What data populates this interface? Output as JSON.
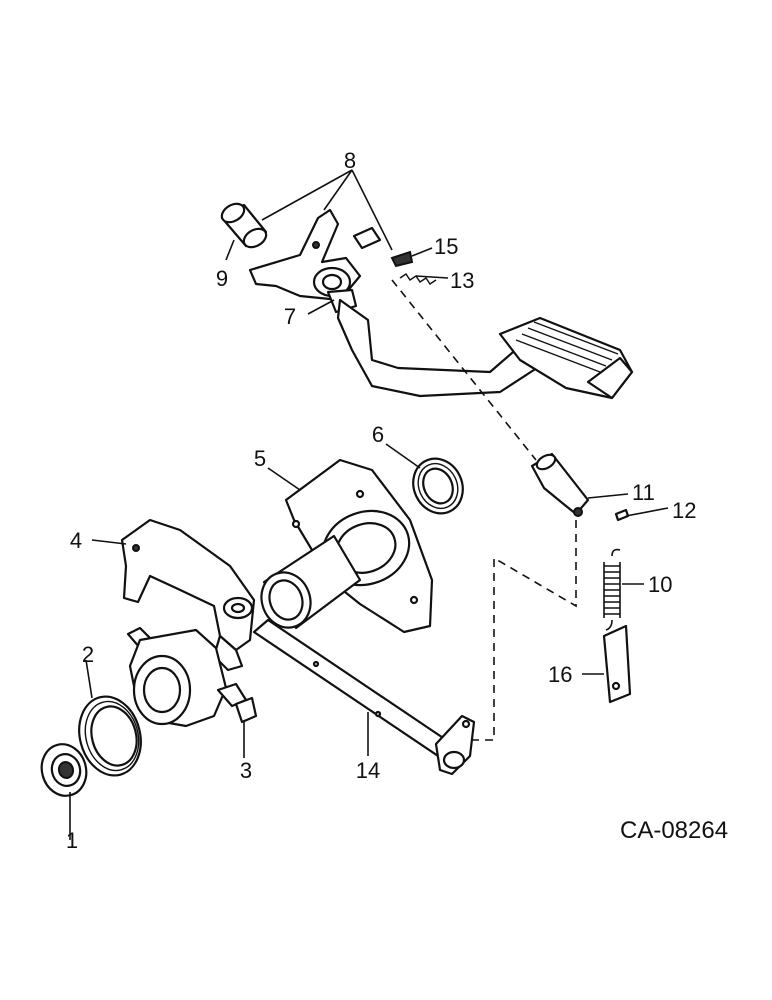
{
  "diagram": {
    "code": "CA-08264",
    "callouts": {
      "c1": "1",
      "c2": "2",
      "c3": "3",
      "c4": "4",
      "c5": "5",
      "c6": "6",
      "c7": "7",
      "c8": "8",
      "c9": "9",
      "c10": "10",
      "c11": "11",
      "c12": "12",
      "c13": "13",
      "c14": "14",
      "c15": "15",
      "c16": "16"
    }
  }
}
